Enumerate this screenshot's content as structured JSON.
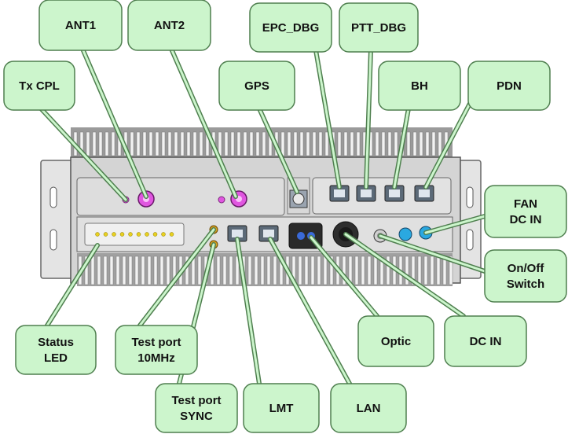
{
  "diagram": {
    "callouts": [
      {
        "id": "tx-cpl",
        "lines": [
          "Tx CPL"
        ]
      },
      {
        "id": "ant1",
        "lines": [
          "ANT1"
        ]
      },
      {
        "id": "ant2",
        "lines": [
          "ANT2"
        ]
      },
      {
        "id": "gps",
        "lines": [
          "GPS"
        ]
      },
      {
        "id": "epc-dbg",
        "lines": [
          "EPC_DBG"
        ]
      },
      {
        "id": "ptt-dbg",
        "lines": [
          "PTT_DBG"
        ]
      },
      {
        "id": "bh",
        "lines": [
          "BH"
        ]
      },
      {
        "id": "pdn",
        "lines": [
          "PDN"
        ]
      },
      {
        "id": "fan-dc-in",
        "lines": [
          "FAN",
          "DC IN"
        ]
      },
      {
        "id": "on-off-switch",
        "lines": [
          "On/Off",
          "Switch"
        ]
      },
      {
        "id": "dc-in",
        "lines": [
          "DC IN"
        ]
      },
      {
        "id": "optic",
        "lines": [
          "Optic"
        ]
      },
      {
        "id": "lan",
        "lines": [
          "LAN"
        ]
      },
      {
        "id": "lmt",
        "lines": [
          "LMT"
        ]
      },
      {
        "id": "test-port-sync",
        "lines": [
          "Test port",
          "SYNC"
        ]
      },
      {
        "id": "test-port-10mhz",
        "lines": [
          "Test port",
          "10MHz"
        ]
      },
      {
        "id": "status-led",
        "lines": [
          "Status",
          "LED"
        ]
      }
    ],
    "colors": {
      "callout_fill": "#ccf5cc",
      "callout_stroke": "#4f7f4f",
      "leader": "#3d6b3d",
      "chassis": "#dcdcdc",
      "antenna_port": "#e056e0",
      "fan_port": "#2aa8e0",
      "led": "#e8d020",
      "sma_port": "#d8a020"
    }
  }
}
